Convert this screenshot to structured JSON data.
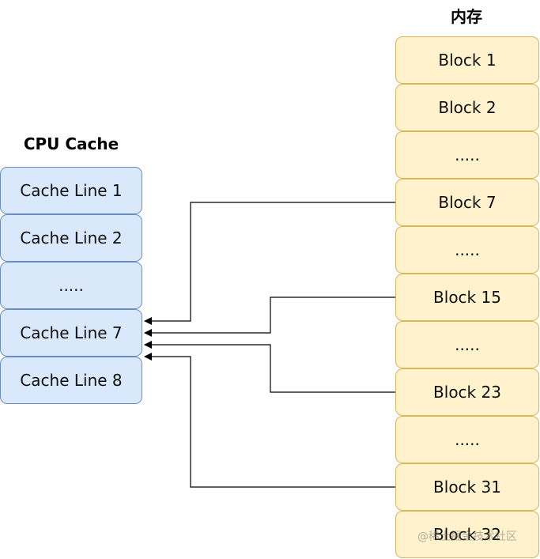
{
  "cache": {
    "title": "CPU Cache",
    "lines": [
      "Cache Line 1",
      "Cache Line 2",
      ".....",
      "Cache Line 7",
      "Cache Line 8"
    ]
  },
  "memory": {
    "title": "内存",
    "blocks": [
      "Block 1",
      "Block 2",
      ".....",
      "Block 7",
      ".....",
      "Block 15",
      ".....",
      "Block 23",
      ".....",
      "Block 31",
      "Block 32"
    ]
  },
  "colors": {
    "cache_fill": "#dae8fc",
    "cache_border": "#6c8ebf",
    "memory_fill": "#fff2cc",
    "memory_border": "#d6b656",
    "arrow": "#000000"
  },
  "watermark": "@稀土掘金技术社区"
}
